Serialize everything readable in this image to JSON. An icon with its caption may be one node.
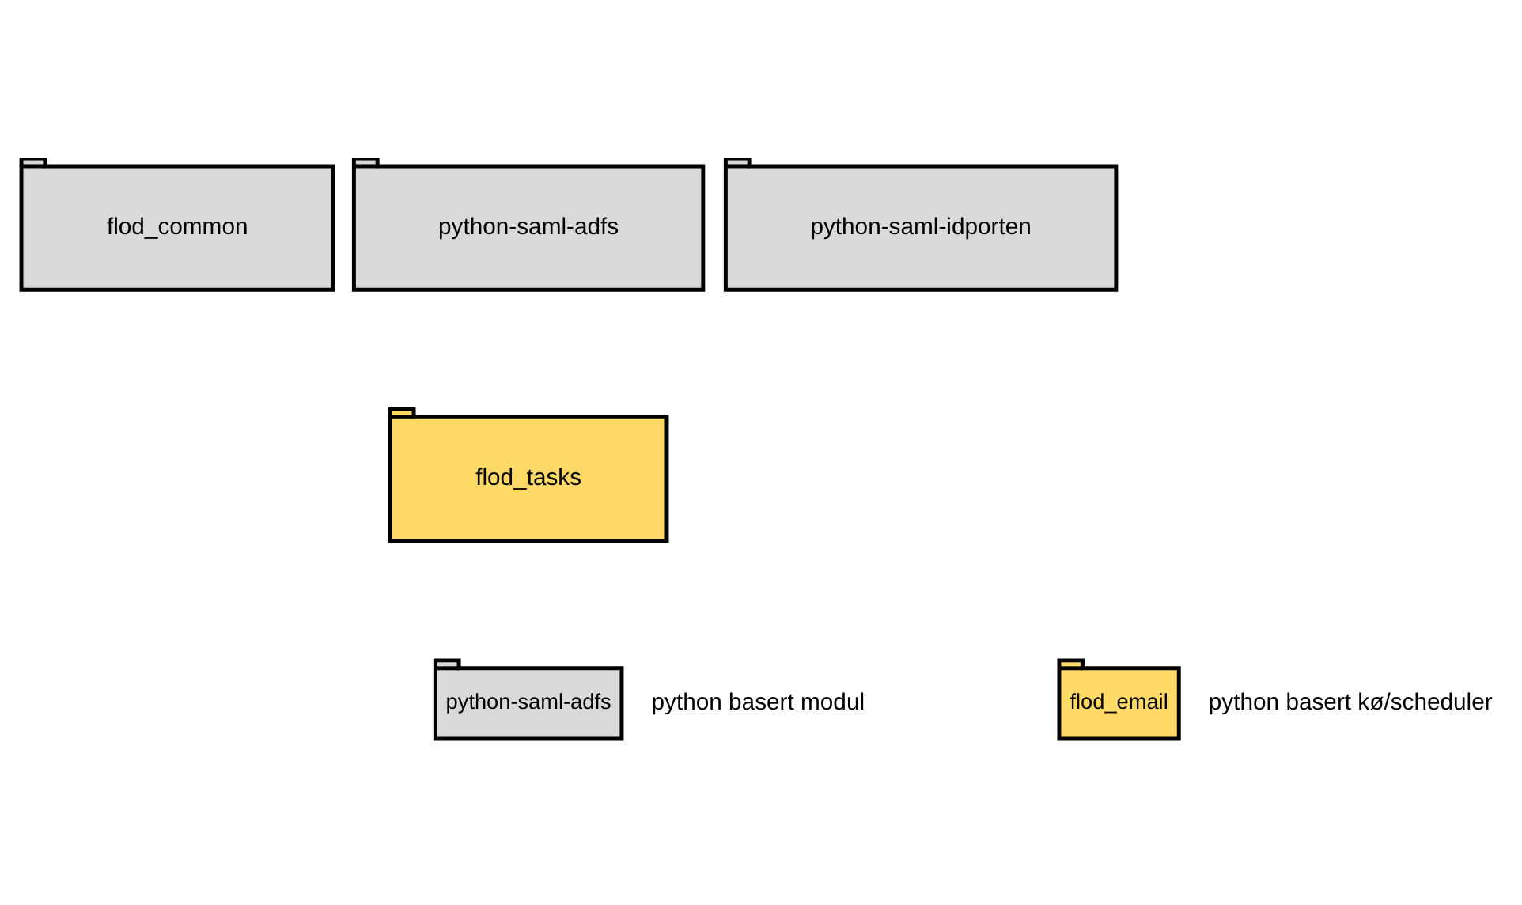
{
  "diagram": {
    "nodes": [
      {
        "text": [
          "flod_common"
        ]
      },
      {
        "text": [
          "python-saml-adfs"
        ]
      },
      {
        "text": [
          "python-saml-idporten"
        ]
      },
      {
        "text": [
          "flod_tasks"
        ]
      },
      {
        "text": [
          "python-saml-adfs"
        ]
      },
      {
        "text": [
          "flod_email"
        ]
      }
    ],
    "edges": [],
    "legend": [
      {
        "text": "python basert modul",
        "color": "#d9d9d9"
      },
      {
        "text": "python basert kø/scheduler",
        "color": "#ffd966"
      }
    ]
  }
}
